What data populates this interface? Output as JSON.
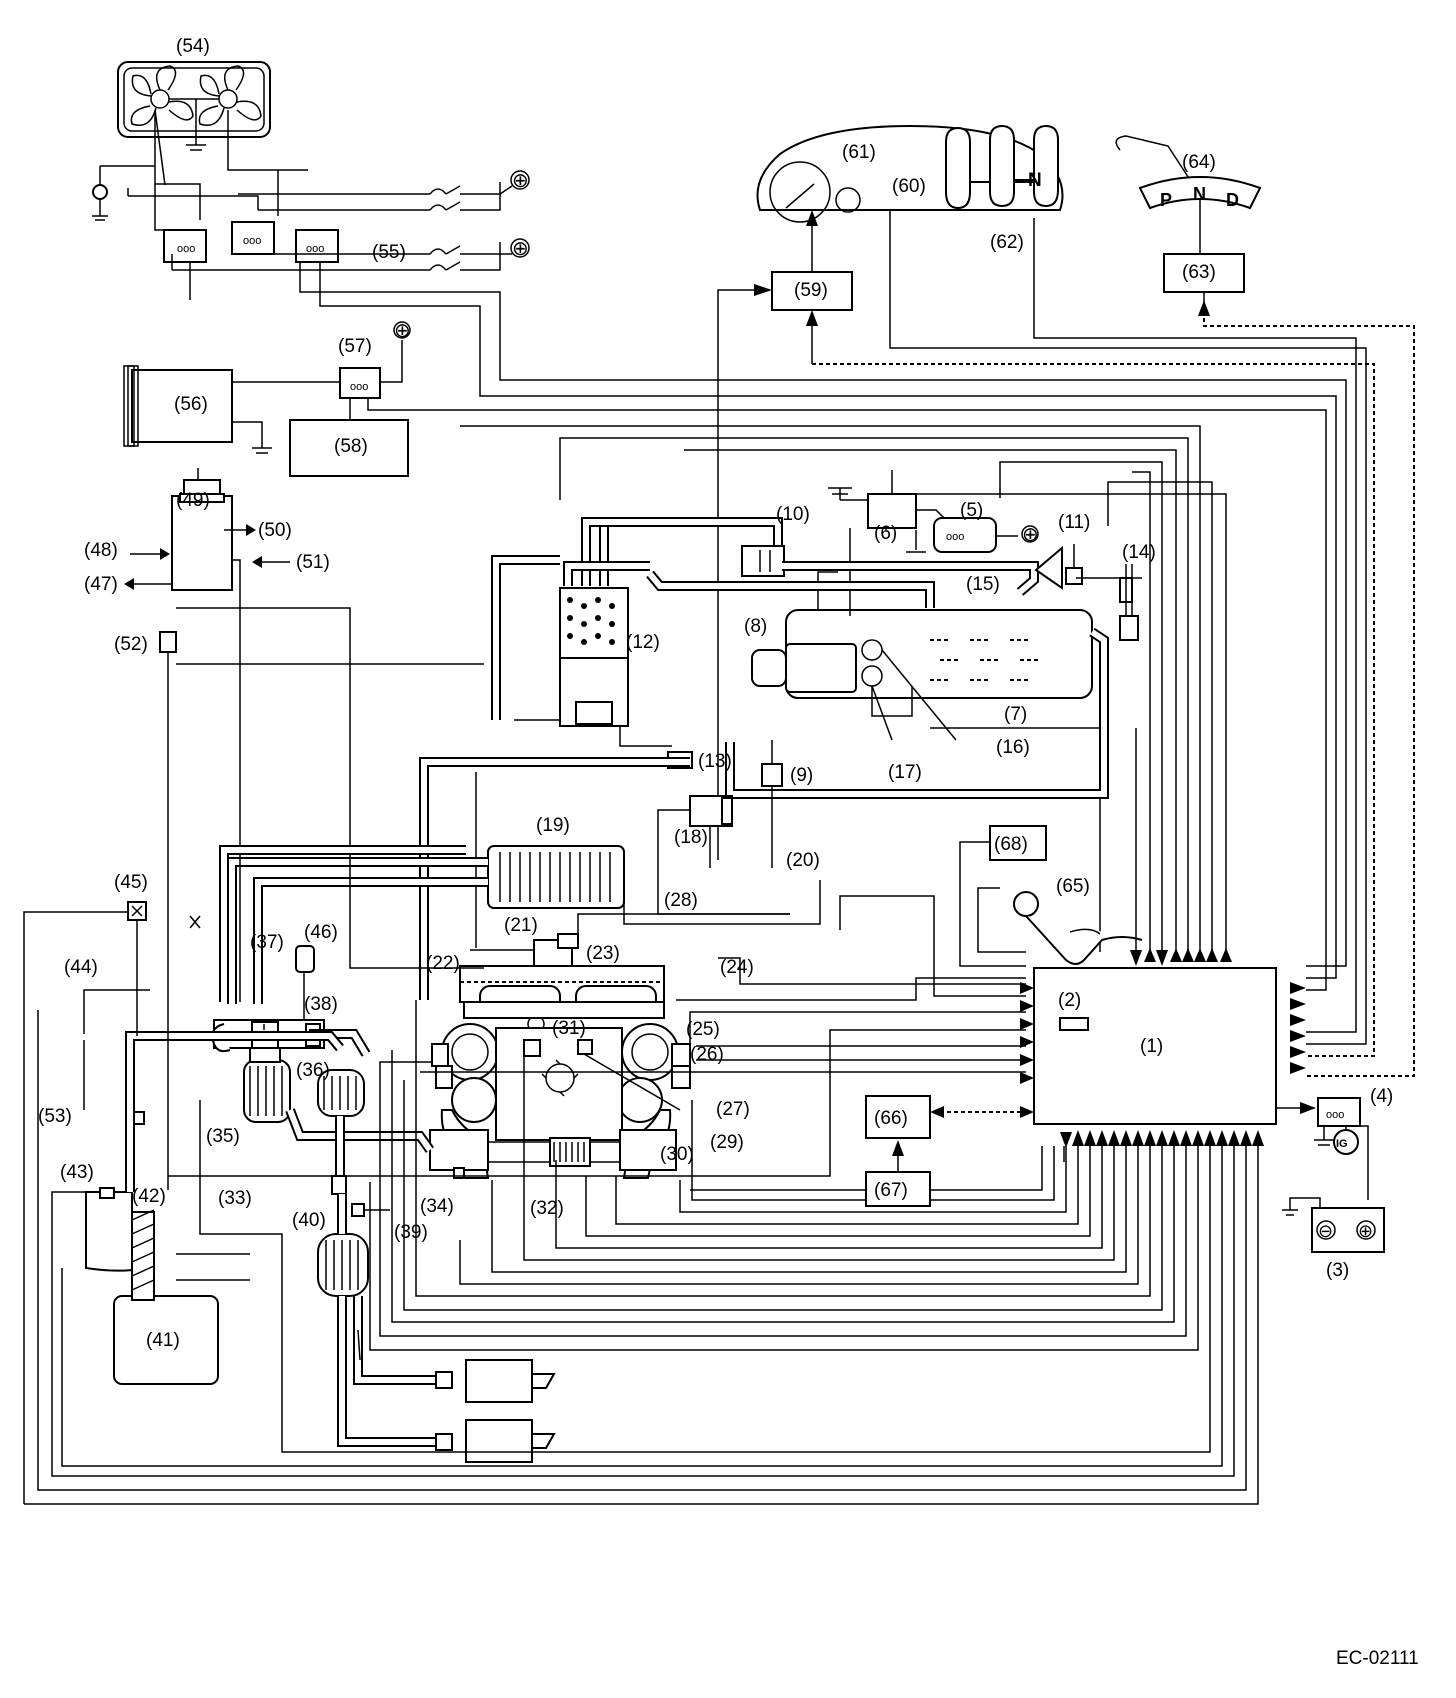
{
  "figure_id": "EC-02111",
  "callouts": {
    "c1": "(1)",
    "c2": "(2)",
    "c3": "(3)",
    "c4": "(4)",
    "c5": "(5)",
    "c6": "(6)",
    "c7": "(7)",
    "c8": "(8)",
    "c9": "(9)",
    "c10": "(10)",
    "c11": "(11)",
    "c12": "(12)",
    "c13": "(13)",
    "c14": "(14)",
    "c15": "(15)",
    "c16": "(16)",
    "c17": "(17)",
    "c18": "(18)",
    "c19": "(19)",
    "c20": "(20)",
    "c21": "(21)",
    "c22": "(22)",
    "c23": "(23)",
    "c24": "(24)",
    "c25": "(25)",
    "c26": "(26)",
    "c27": "(27)",
    "c28": "(28)",
    "c29": "(29)",
    "c30": "(30)",
    "c31": "(31)",
    "c32": "(32)",
    "c33": "(33)",
    "c34": "(34)",
    "c35": "(35)",
    "c36": "(36)",
    "c37": "(37)",
    "c38": "(38)",
    "c39": "(39)",
    "c40": "(40)",
    "c41": "(41)",
    "c42": "(42)",
    "c43": "(43)",
    "c44": "(44)",
    "c45": "(45)",
    "c46": "(46)",
    "c47": "(47)",
    "c48": "(48)",
    "c49": "(49)",
    "c50": "(50)",
    "c51": "(51)",
    "c52": "(52)",
    "c53": "(53)",
    "c54": "(54)",
    "c55": "(55)",
    "c56": "(56)",
    "c57": "(57)",
    "c58": "(58)",
    "c59": "(59)",
    "c60": "(60)",
    "c61": "(61)",
    "c62": "(62)",
    "c63": "(63)",
    "c64": "(64)",
    "c65": "(65)",
    "c66": "(66)",
    "c67": "(67)",
    "c68": "(68)"
  },
  "symbols": {
    "neutral": "N",
    "gear_p": "P",
    "gear_n": "N",
    "gear_d": "D",
    "ignition": "IG",
    "plus": "⊕",
    "minus": "⊖"
  }
}
